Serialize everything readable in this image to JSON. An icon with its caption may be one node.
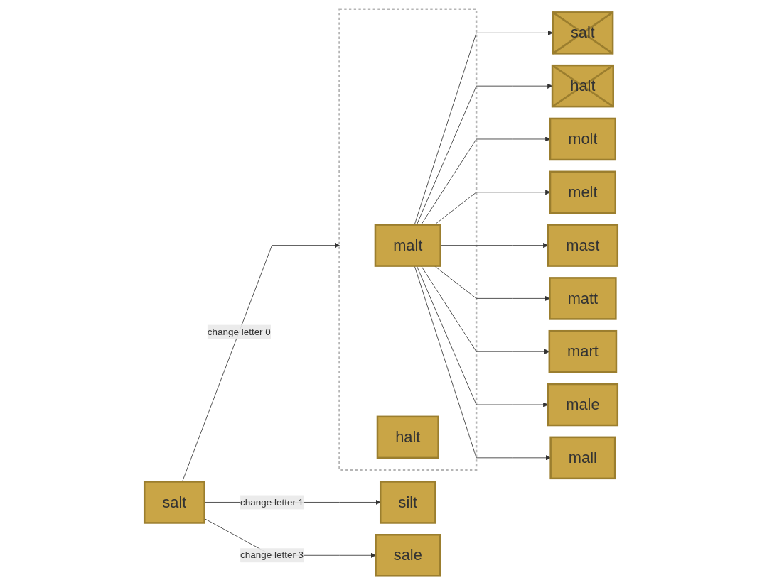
{
  "diagram": {
    "nodes": [
      {
        "text": [
          "salt"
        ]
      },
      {
        "text": [],
        "shape": "box"
      },
      {
        "text": [
          "malt"
        ],
        "in": 1
      },
      {
        "text": [
          "halt"
        ],
        "in": 1
      },
      {
        "text": [
          "silt"
        ]
      },
      {
        "text": [
          "sale"
        ]
      },
      {
        "text": [
          "salt"
        ]
      },
      {
        "text": [
          "halt"
        ]
      },
      {
        "text": [
          "molt"
        ]
      },
      {
        "text": [
          "melt"
        ]
      },
      {
        "text": [
          "mast"
        ]
      },
      {
        "text": [
          "matt"
        ]
      },
      {
        "text": [
          "mart"
        ]
      },
      {
        "text": [
          "male"
        ]
      },
      {
        "text": [
          "mall"
        ]
      }
    ],
    "edges": [
      {
        "from": 0,
        "to": 1,
        "arrow": "to",
        "label": "change letter 0"
      },
      {
        "from": 0,
        "to": 4,
        "arrow": "to",
        "label": "change letter 1"
      },
      {
        "from": 0,
        "to": 5,
        "arrow": "to",
        "label": "change letter 3"
      },
      {
        "from": 2,
        "to": 6,
        "arrow": "to"
      },
      {
        "from": 2,
        "to": 7,
        "arrow": "to"
      },
      {
        "from": 2,
        "to": 8,
        "arrow": "to"
      },
      {
        "from": 2,
        "to": 9,
        "arrow": "to"
      },
      {
        "from": 2,
        "to": 10,
        "arrow": "to"
      },
      {
        "from": 2,
        "to": 11,
        "arrow": "to"
      },
      {
        "from": 2,
        "to": 12,
        "arrow": "to"
      },
      {
        "from": 2,
        "to": 13,
        "arrow": "to"
      },
      {
        "from": 2,
        "to": 14,
        "arrow": "to"
      }
    ]
  }
}
